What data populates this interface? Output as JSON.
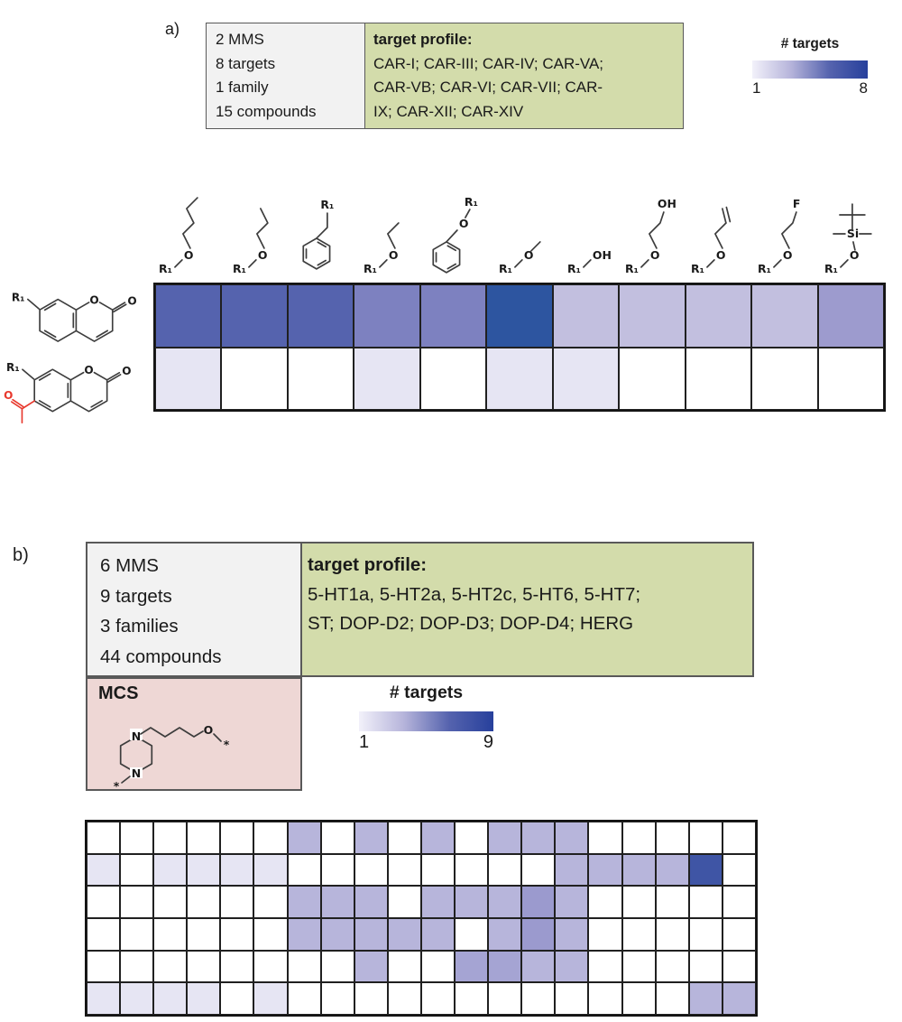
{
  "panel_a": {
    "label": "a)",
    "stats_lines": [
      "2 MMS",
      "8 targets",
      "1 family",
      "15 compounds"
    ],
    "profile_title": "target profile:",
    "profile_lines": [
      "CAR-I; CAR-III; CAR-IV; CAR-VA;",
      "CAR-VB; CAR-VI; CAR-VII; CAR-",
      "IX; CAR-XII; CAR-XIV"
    ],
    "colorbar_title": "# targets",
    "colorbar_min": "1",
    "colorbar_max": "8"
  },
  "panel_b": {
    "label": "b)",
    "stats_lines": [
      "6 MMS",
      "9 targets",
      "3 families",
      "44 compounds"
    ],
    "profile_title": "target profile:",
    "profile_lines": [
      " 5-HT1a, 5-HT2a, 5-HT2c, 5-HT6, 5-HT7;",
      "ST; DOP-D2; DOP-D3; DOP-D4; HERG"
    ],
    "mcs_label": "MCS",
    "colorbar_title": "# targets",
    "colorbar_min": "1",
    "colorbar_max": "9"
  },
  "atoms": {
    "r1": "R₁",
    "o": "O",
    "oh": "OH",
    "f": "F",
    "si": "Si",
    "n": "N",
    "star": "*"
  },
  "colors": {
    "scale_gradient": [
      "#f2f1fa",
      "#b7b5db",
      "#5563ae",
      "#27409c"
    ],
    "green_box": "#d3dcab",
    "gray_box": "#f2f2f2",
    "pink_box": "#eed7d5",
    "accent_red": "#e8392e",
    "heat_dark_blue": "#2d55a0"
  },
  "chart_data": [
    {
      "type": "heatmap",
      "panel": "a",
      "title": "# targets",
      "colorbar": {
        "label": "# targets",
        "min": 1,
        "max": 8
      },
      "rows": [
        "7-R1-coumarin",
        "6-acetyl-7-R1-coumarin"
      ],
      "columns": [
        "butoxy",
        "propoxy",
        "2-phenylethyl",
        "ethoxy",
        "benzyloxy",
        "methoxy",
        "hydroxy",
        "2-hydroxyethoxy",
        "allyloxy",
        "2-fluoroethoxy",
        "tert-butyldimethylsilyloxy"
      ],
      "values": [
        [
          6,
          6,
          6,
          5,
          5,
          8,
          2,
          2,
          2,
          2,
          4
        ],
        [
          1,
          0,
          0,
          1,
          0,
          1,
          1,
          0,
          0,
          0,
          0
        ]
      ],
      "cell_colors": [
        [
          "#5563ae",
          "#5563ae",
          "#5563ae",
          "#7d81c0",
          "#7d81c0",
          "#2d55a0",
          "#c2bfdf",
          "#c2bfdf",
          "#c2bfdf",
          "#c2bfdf",
          "#9d9bce"
        ],
        [
          "#e6e5f3",
          "#ffffff",
          "#ffffff",
          "#e6e5f3",
          "#ffffff",
          "#e6e5f3",
          "#e6e5f3",
          "#ffffff",
          "#ffffff",
          "#ffffff",
          "#ffffff"
        ]
      ]
    },
    {
      "type": "heatmap",
      "panel": "b",
      "title": "# targets",
      "colorbar": {
        "label": "# targets",
        "min": 1,
        "max": 9
      },
      "n_rows": 6,
      "n_cols": 20,
      "values": [
        [
          0,
          0,
          0,
          0,
          0,
          0,
          3,
          0,
          3,
          0,
          3,
          0,
          3,
          3,
          3,
          0,
          0,
          0,
          0,
          0
        ],
        [
          1,
          0,
          1,
          1,
          1,
          1,
          0,
          0,
          0,
          0,
          0,
          0,
          0,
          0,
          3,
          3,
          3,
          3,
          8,
          0
        ],
        [
          0,
          0,
          0,
          0,
          0,
          0,
          3,
          3,
          3,
          0,
          3,
          3,
          3,
          5,
          3,
          0,
          0,
          0,
          0,
          0
        ],
        [
          0,
          0,
          0,
          0,
          0,
          0,
          3,
          3,
          3,
          3,
          3,
          0,
          3,
          5,
          3,
          0,
          0,
          0,
          0,
          0
        ],
        [
          0,
          0,
          0,
          0,
          0,
          0,
          0,
          0,
          3,
          0,
          0,
          4,
          4,
          3,
          3,
          0,
          0,
          0,
          0,
          0
        ],
        [
          1,
          1,
          1,
          1,
          0,
          1,
          0,
          0,
          0,
          0,
          0,
          0,
          0,
          0,
          0,
          0,
          0,
          0,
          3,
          3
        ]
      ],
      "cell_colors": [
        [
          "#ffffff",
          "#ffffff",
          "#ffffff",
          "#ffffff",
          "#ffffff",
          "#ffffff",
          "#b7b5db",
          "#ffffff",
          "#b7b5db",
          "#ffffff",
          "#b7b5db",
          "#ffffff",
          "#b7b5db",
          "#b7b5db",
          "#b7b5db",
          "#ffffff",
          "#ffffff",
          "#ffffff",
          "#ffffff",
          "#ffffff"
        ],
        [
          "#e6e5f3",
          "#ffffff",
          "#e6e5f3",
          "#e6e5f3",
          "#e6e5f3",
          "#e6e5f3",
          "#ffffff",
          "#ffffff",
          "#ffffff",
          "#ffffff",
          "#ffffff",
          "#ffffff",
          "#ffffff",
          "#ffffff",
          "#b7b5db",
          "#b7b5db",
          "#b7b5db",
          "#b7b5db",
          "#3f55a5",
          "#ffffff"
        ],
        [
          "#ffffff",
          "#ffffff",
          "#ffffff",
          "#ffffff",
          "#ffffff",
          "#ffffff",
          "#b7b5db",
          "#b7b5db",
          "#b7b5db",
          "#ffffff",
          "#b7b5db",
          "#b7b5db",
          "#b7b5db",
          "#9b9ace",
          "#b7b5db",
          "#ffffff",
          "#ffffff",
          "#ffffff",
          "#ffffff",
          "#ffffff"
        ],
        [
          "#ffffff",
          "#ffffff",
          "#ffffff",
          "#ffffff",
          "#ffffff",
          "#ffffff",
          "#b7b5db",
          "#b7b5db",
          "#b7b5db",
          "#b7b5db",
          "#b7b5db",
          "#ffffff",
          "#b7b5db",
          "#9b9ace",
          "#b7b5db",
          "#ffffff",
          "#ffffff",
          "#ffffff",
          "#ffffff",
          "#ffffff"
        ],
        [
          "#ffffff",
          "#ffffff",
          "#ffffff",
          "#ffffff",
          "#ffffff",
          "#ffffff",
          "#ffffff",
          "#ffffff",
          "#b7b5db",
          "#ffffff",
          "#ffffff",
          "#a5a4d3",
          "#a5a4d3",
          "#b7b5db",
          "#b7b5db",
          "#ffffff",
          "#ffffff",
          "#ffffff",
          "#ffffff",
          "#ffffff"
        ],
        [
          "#e6e5f3",
          "#e6e5f3",
          "#e6e5f3",
          "#e6e5f3",
          "#ffffff",
          "#e6e5f3",
          "#ffffff",
          "#ffffff",
          "#ffffff",
          "#ffffff",
          "#ffffff",
          "#ffffff",
          "#ffffff",
          "#ffffff",
          "#ffffff",
          "#ffffff",
          "#ffffff",
          "#ffffff",
          "#b7b5db",
          "#b7b5db"
        ]
      ]
    }
  ]
}
